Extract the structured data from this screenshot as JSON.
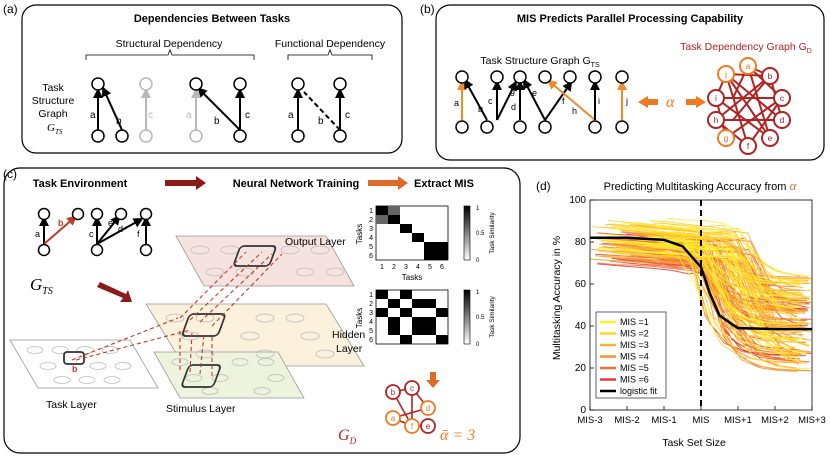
{
  "panel_a": {
    "letter": "(a)",
    "title": "Dependencies Between Tasks",
    "structural": "Structural Dependency",
    "functional": "Functional Dependency",
    "side_1": "Task",
    "side_2": "Structure",
    "side_3": "Graph",
    "side_4": "G",
    "side_4_sub": "TS",
    "edges": [
      "a",
      "b",
      "c",
      "a",
      "b",
      "c",
      "a",
      "b",
      "c"
    ]
  },
  "panel_b": {
    "letter": "(b)",
    "title": "MIS Predicts Parallel Processing Capability",
    "tsg_label": "Task Structure Graph G",
    "tsg_sub": "TS",
    "tdg_label": "Task Dependency Graph G",
    "tdg_sub": "D",
    "alpha": "α",
    "edges": [
      "a",
      "b",
      "c",
      "d",
      "e",
      "f",
      "g",
      "h",
      "i",
      "j"
    ],
    "nodes": [
      "a",
      "b",
      "c",
      "d",
      "e",
      "f",
      "g",
      "h",
      "i",
      "j"
    ]
  },
  "panel_c": {
    "letter": "(c)",
    "step1": "Task Environment",
    "step2": "Neural Network Training",
    "step3": "Extract MIS",
    "gts": "G",
    "gts_sub": "TS",
    "edges": [
      "a",
      "b",
      "c",
      "d",
      "e",
      "f"
    ],
    "output_layer": "Output Layer",
    "hidden_1": "Hidden",
    "hidden_2": "Layer",
    "task_layer": "Task Layer",
    "stimulus_layer": "Stimulus Layer",
    "task_b": "b",
    "tasks_axis": "Tasks",
    "similarity": "Task Similarity",
    "cb_top": "1",
    "cb_mid": "0.5",
    "cb_bot": "0",
    "ticks": [
      "1",
      "2",
      "3",
      "4",
      "5",
      "6"
    ],
    "gd_label": "G",
    "gd_sub": "D",
    "alpha_result": "ᾱ = 3",
    "gd_nodes": [
      "a",
      "b",
      "c",
      "d",
      "e",
      "f"
    ]
  },
  "panel_d": {
    "letter": "(d)",
    "colors": {
      "mis1": "#ffee33",
      "mis2": "#ffd22a",
      "mis3": "#ffb32a",
      "mis4": "#f7922e",
      "mis5": "#ee6a3a",
      "mis6": "#e23a3a",
      "fit": "#000000"
    },
    "chart_data": {
      "type": "line",
      "title_text": "Predicting Multitasking Accuracy from ",
      "title_symbol": "α",
      "xlabel": "Task Set Size",
      "ylabel": "Multitasking Accuracy in %",
      "x_ticks": [
        "MIS-3",
        "MIS-2",
        "MIS-1",
        "MIS",
        "MIS+1",
        "MIS+2",
        "MIS+3"
      ],
      "y_ticks": [
        0,
        20,
        40,
        60,
        80,
        100
      ],
      "ylim": [
        0,
        100
      ],
      "legend_position": "bottom-left",
      "series": [
        {
          "name": "MIS =1",
          "color": "#ffee33"
        },
        {
          "name": "MIS =2",
          "color": "#ffd22a"
        },
        {
          "name": "MIS =3",
          "color": "#ffb32a"
        },
        {
          "name": "MIS =4",
          "color": "#f7922e"
        },
        {
          "name": "MIS =5",
          "color": "#ee6a3a"
        },
        {
          "name": "MIS =6",
          "color": "#e23a3a"
        },
        {
          "name": "logistic fit",
          "color": "#000000",
          "x": [
            -3,
            -2,
            -1,
            -0.5,
            0,
            0.25,
            0.5,
            1,
            2,
            3
          ],
          "y": [
            82,
            82,
            81,
            78,
            68,
            55,
            45,
            39,
            38.5,
            38.5
          ]
        }
      ],
      "mis_marker": "MIS"
    }
  }
}
